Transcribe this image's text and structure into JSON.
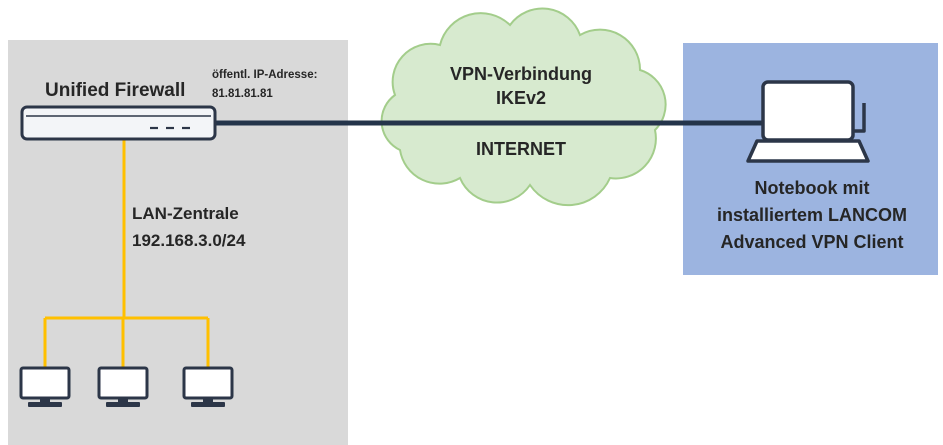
{
  "headquarters": {
    "firewall_label": "Unified Firewall",
    "public_ip_label": "öffentl. IP-Adresse:",
    "public_ip": "81.81.81.81",
    "lan_name": "LAN-Zentrale",
    "lan_subnet": "192.168.3.0/24"
  },
  "internet": {
    "vpn_label": "VPN-Verbindung",
    "vpn_protocol": "IKEv2",
    "label": "INTERNET"
  },
  "client": {
    "description_lines": [
      "Notebook mit",
      "installiertem LANCOM",
      "Advanced VPN Client"
    ]
  },
  "icons": {
    "firewall": "firewall-icon",
    "client": "laptop-icon",
    "workstation": "monitor-icon",
    "internet": "cloud-icon"
  },
  "colors": {
    "headquarters_area": "#d9d9d9",
    "client_area": "#9cb4e0",
    "cloud_fill": "#d7eacf",
    "cloud_outline": "#a3cd8b",
    "lan_cable": "#ffc000",
    "vpn_link": "#24344a",
    "device_outline": "#2c3648"
  }
}
